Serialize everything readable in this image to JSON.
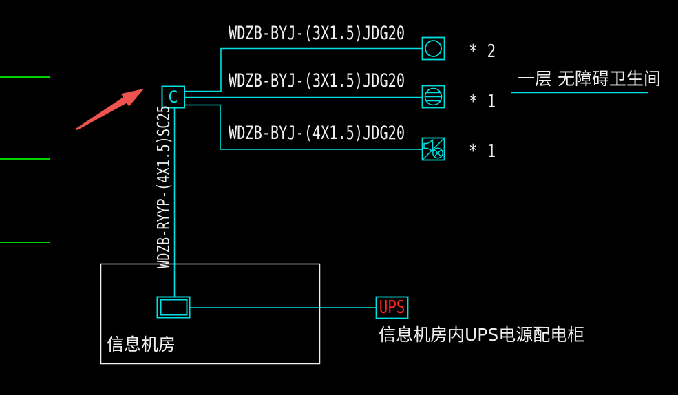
{
  "colors": {
    "background": "#000000",
    "line_cyan": "#00e0e0",
    "text_white": "#f0f0f0",
    "reference_green": "#00d400",
    "ups_red": "#ff2222",
    "arrow_red": "#ef5350",
    "room_outline_white": "#f0f0f0"
  },
  "branches": [
    {
      "label": "WDZB-BYJ-(3X1.5)JDG20",
      "count": "* 2",
      "symbol": "ceiling-light"
    },
    {
      "label": "WDZB-BYJ-(3X1.5)JDG20",
      "count": "* 1",
      "symbol": "exhaust-fan"
    },
    {
      "label": "WDZB-BYJ-(4X1.5)JDG20",
      "count": "* 1",
      "symbol": "sound-light-alarm"
    }
  ],
  "junction": {
    "label": "C"
  },
  "riser": {
    "label": "WDZB-RYYP-(4X1.5)SC25"
  },
  "destination": {
    "label": "一层 无障碍卫生间"
  },
  "room": {
    "label": "信息机房"
  },
  "ups": {
    "label": "UPS",
    "caption": "信息机房内UPS电源配电柜"
  }
}
